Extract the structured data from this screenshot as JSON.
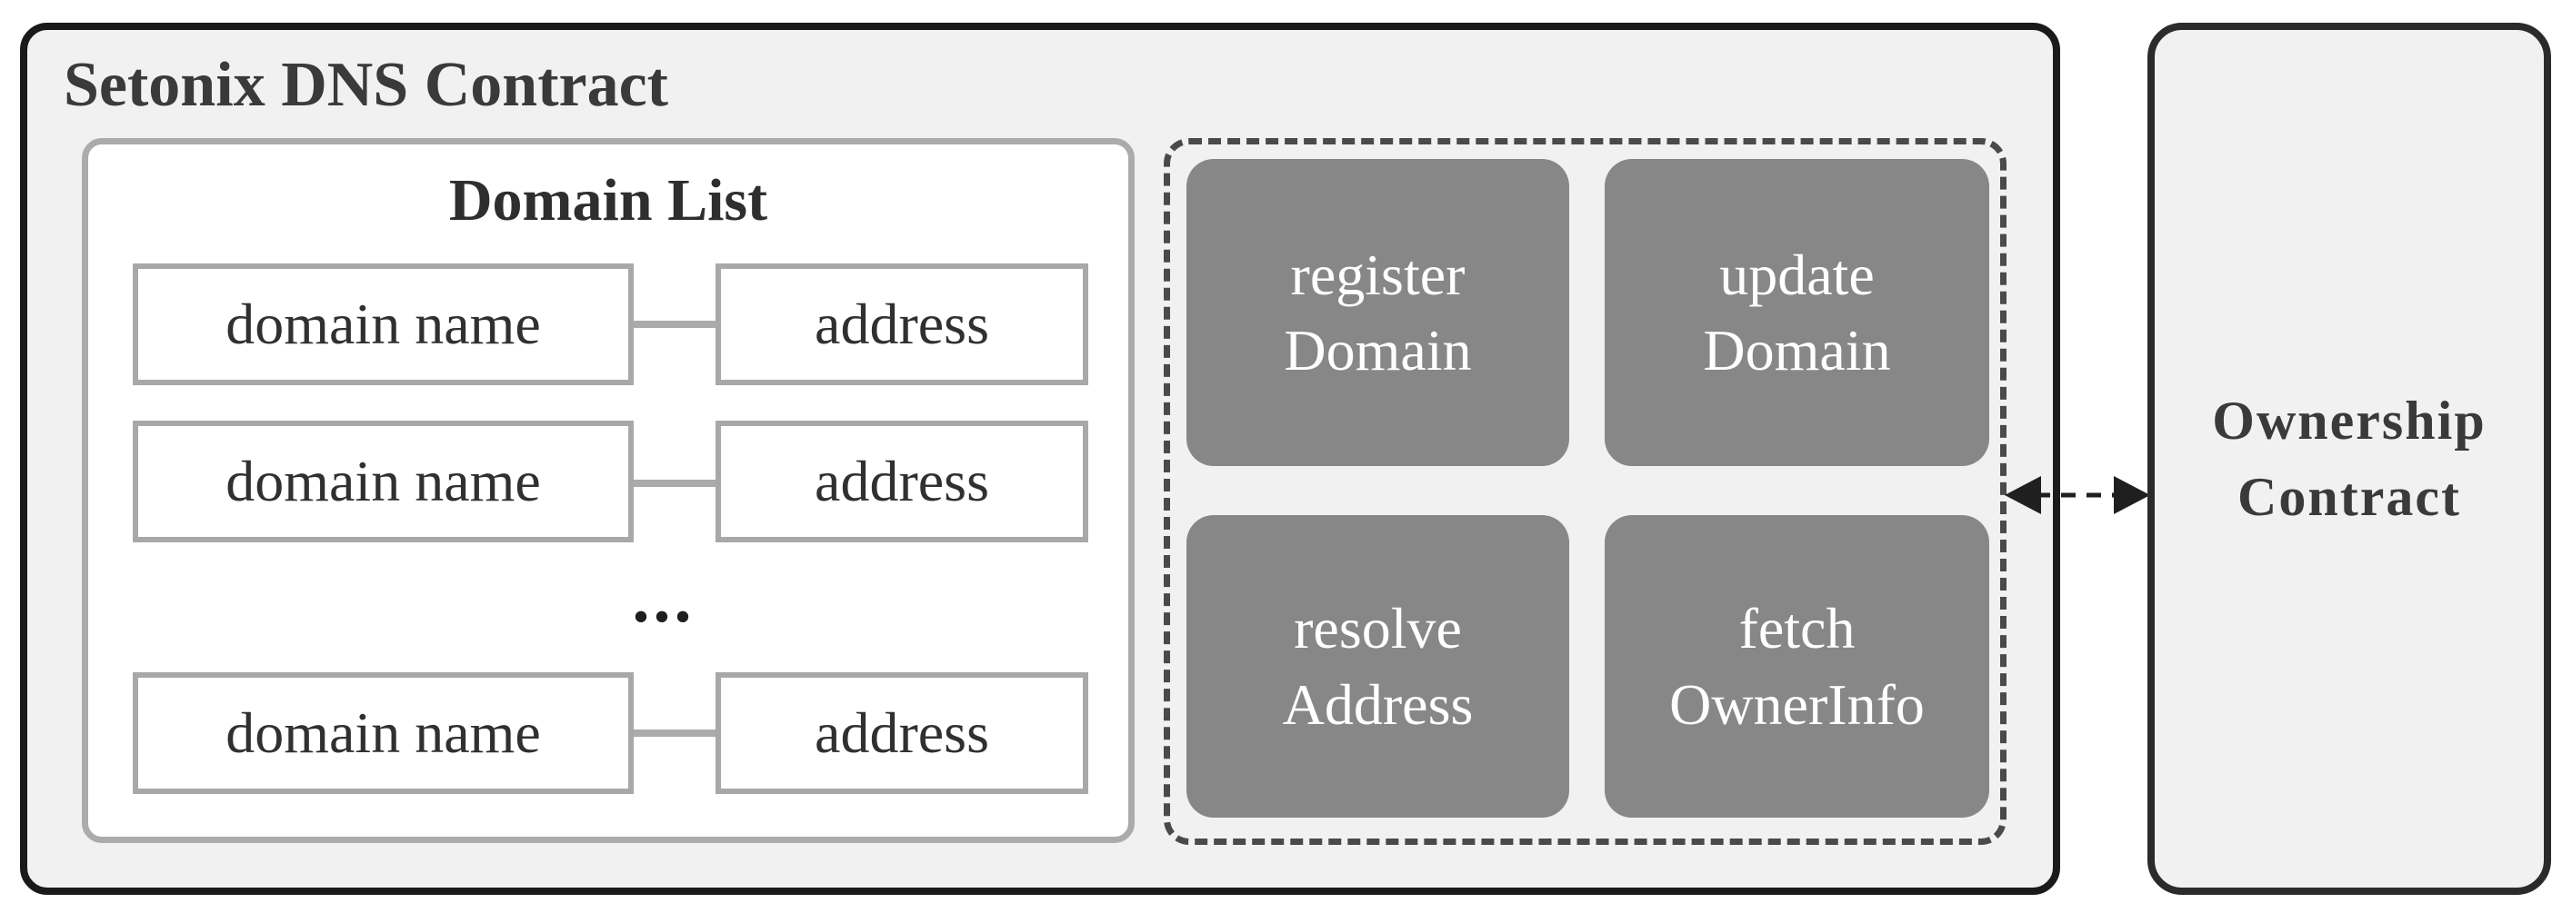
{
  "diagram": {
    "dns_contract": {
      "title": "Setonix DNS Contract",
      "domain_list": {
        "title": "Domain List",
        "ellipsis": "...",
        "rows": [
          {
            "domain": "domain name",
            "address": "address"
          },
          {
            "domain": "domain name",
            "address": "address"
          },
          {
            "domain": "domain name",
            "address": "address"
          }
        ]
      },
      "functions": [
        {
          "label": "register\nDomain"
        },
        {
          "label": "update\nDomain"
        },
        {
          "label": "resolve\nAddress"
        },
        {
          "label": "fetch\nOwnerInfo"
        }
      ]
    },
    "ownership_contract": {
      "title": "Ownership\nContract"
    },
    "colors": {
      "canvas_bg": "#ffffff",
      "panel_bg": "#f0f1f0",
      "panel_border": "#1a1a1a",
      "list_bg": "#ffffff",
      "list_border": "#ababab",
      "dashed_border": "#4a4a4a",
      "function_fill": "#878787",
      "function_text": "#ffffff",
      "arrow_color": "#1f1f1f",
      "text_dark": "#3a3a3a"
    }
  }
}
